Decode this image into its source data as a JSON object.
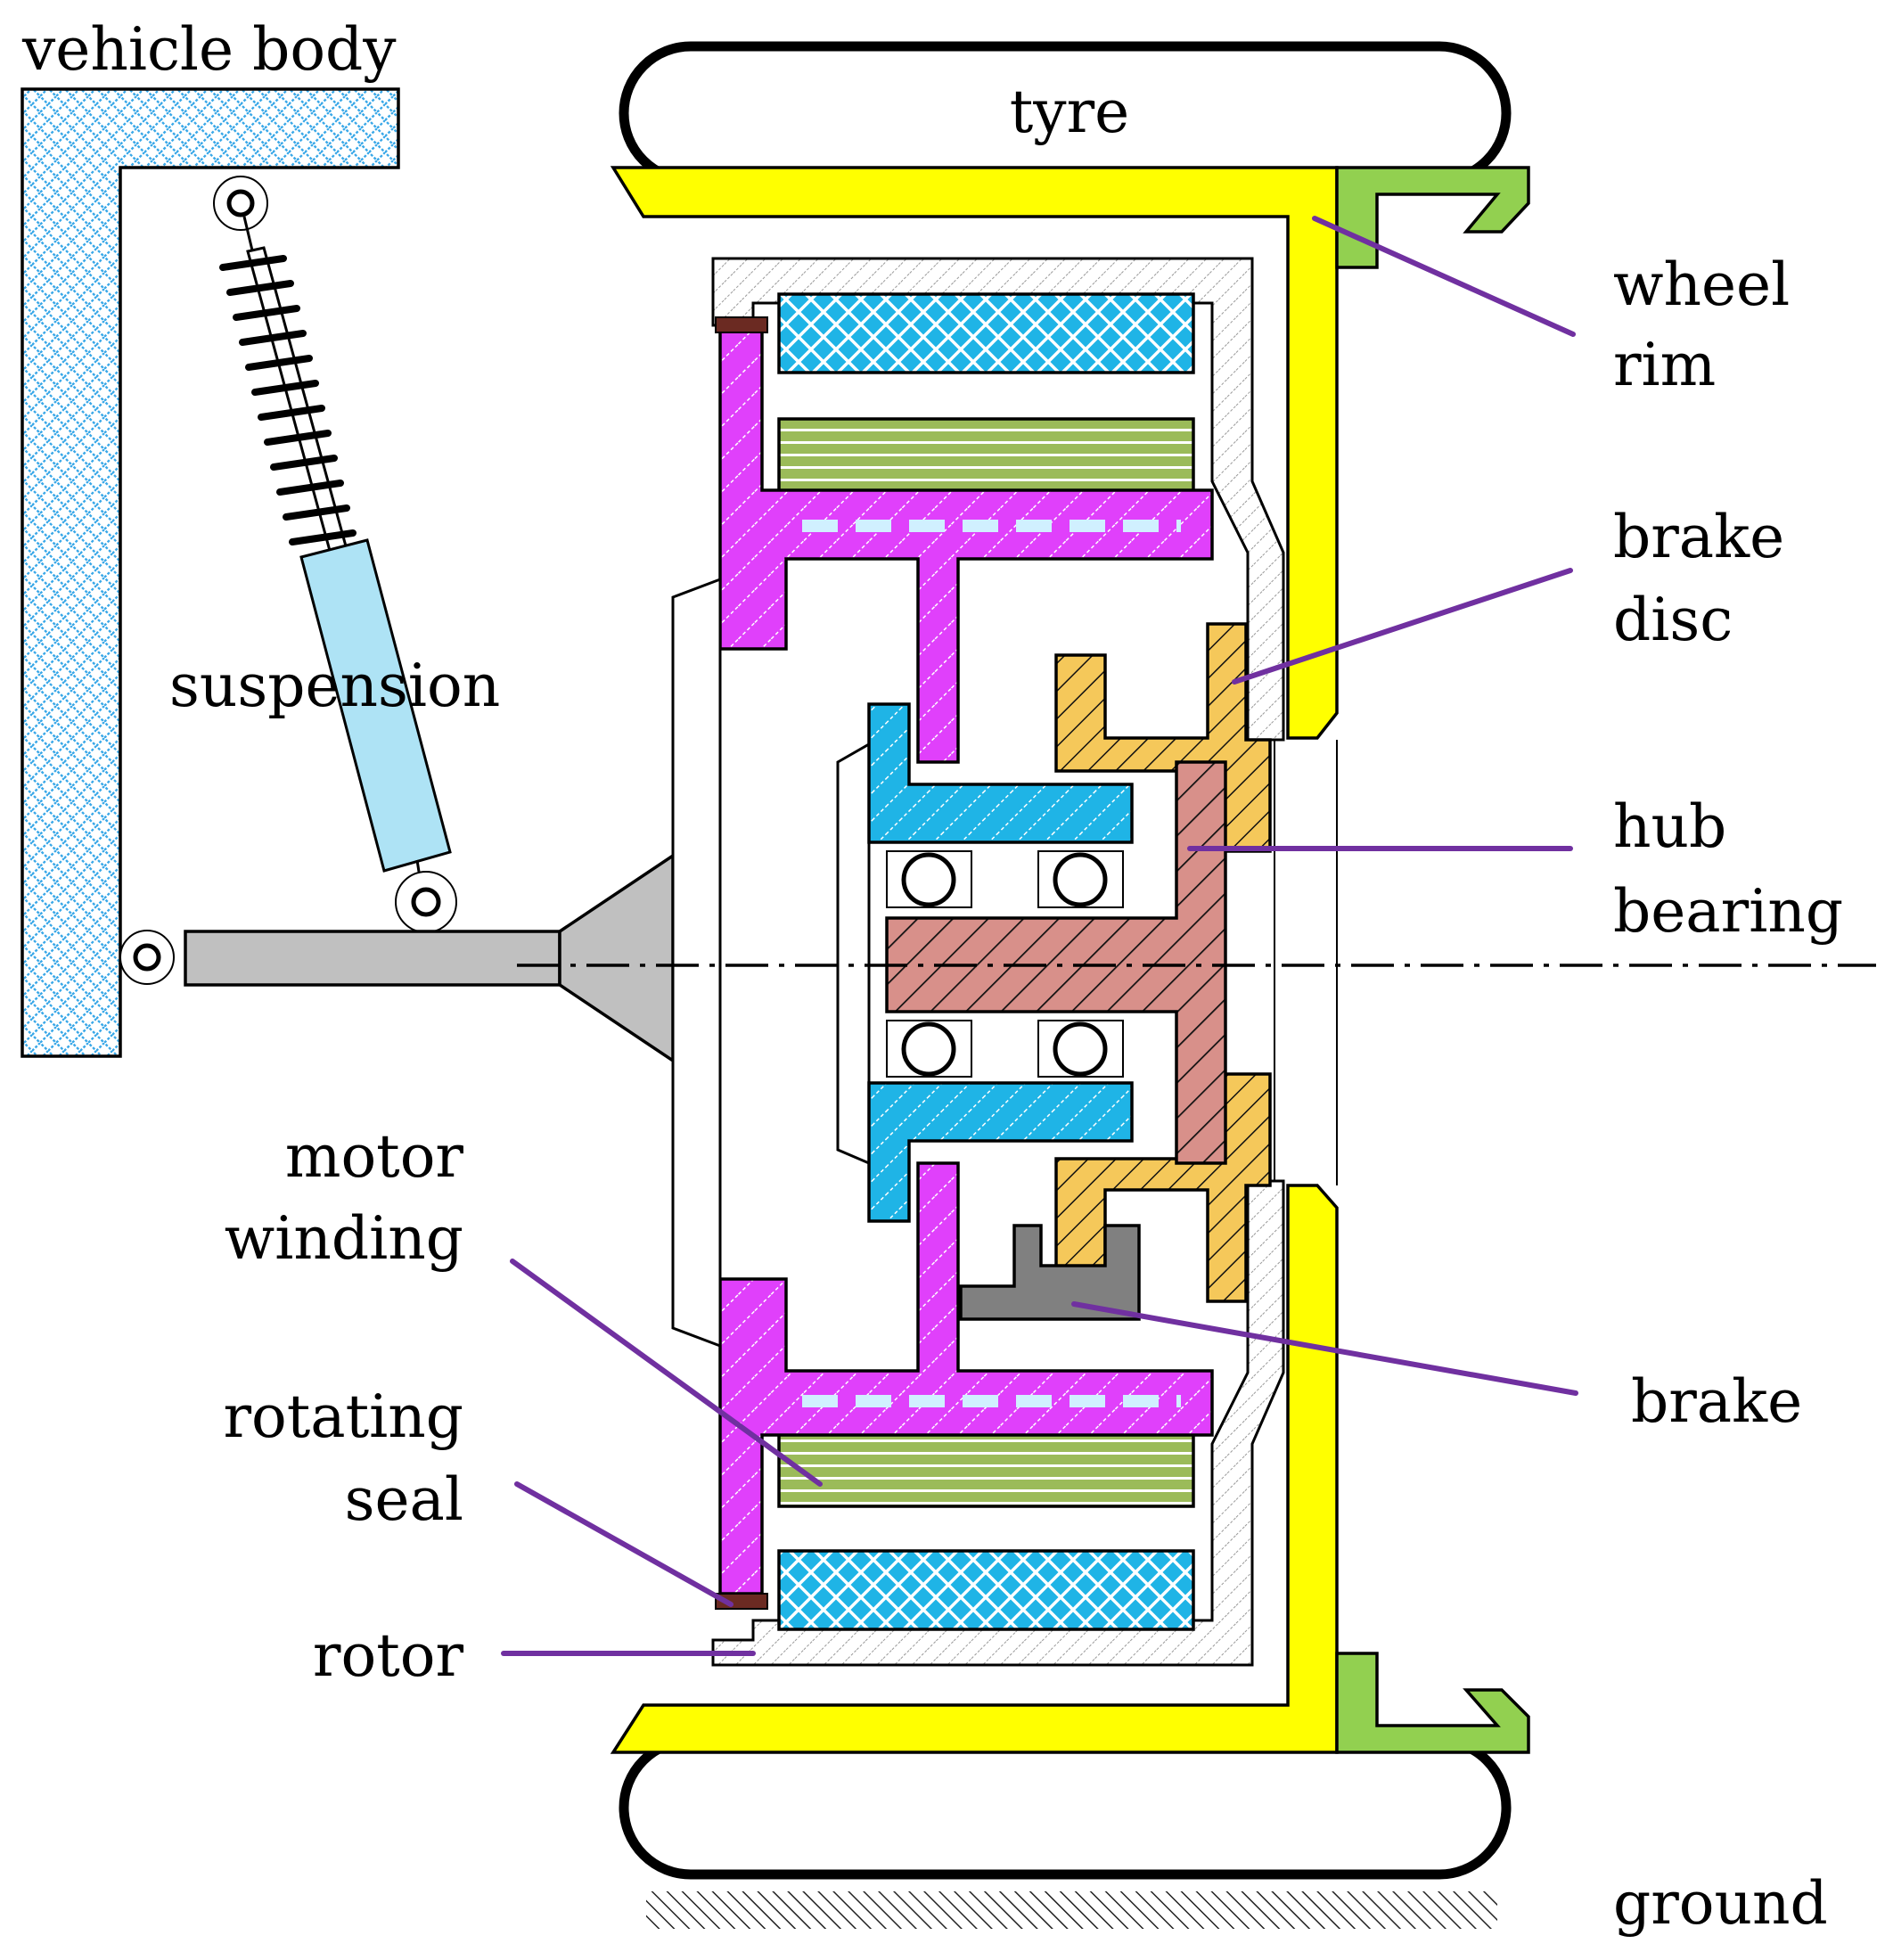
{
  "diagram": {
    "labels": {
      "vehicle_body": "vehicle body",
      "tyre": "tyre",
      "wheel_rim_1": "wheel",
      "wheel_rim_2": "rim",
      "brake_disc_1": "brake",
      "brake_disc_2": "disc",
      "hub_bearing_1": "hub",
      "hub_bearing_2": "bearing",
      "suspension": "suspension",
      "motor_winding_1": "motor",
      "motor_winding_2": "winding",
      "brake": "brake",
      "rotating_seal_1": "rotating",
      "rotating_seal_2": "seal",
      "rotor": "rotor",
      "ground": "ground"
    },
    "colors": {
      "vehicle_body": "#3aa8e8",
      "rim": "#ffff00",
      "rim_clamp": "#92d050",
      "stator_winding": "#1fb4e6",
      "rotor_core": "#9bbb59",
      "rotor_frame": "#e040fb",
      "hub_housing": "#1fb4e6",
      "hub_shaft": "#d8908a",
      "brake_disc": "#f5c85a",
      "brake_caliper": "#808080",
      "suspension_cylinder": "#aee3f5",
      "arm": "#c0c0c0",
      "leader": "#7030a0",
      "seal": "#6b2a22"
    }
  }
}
